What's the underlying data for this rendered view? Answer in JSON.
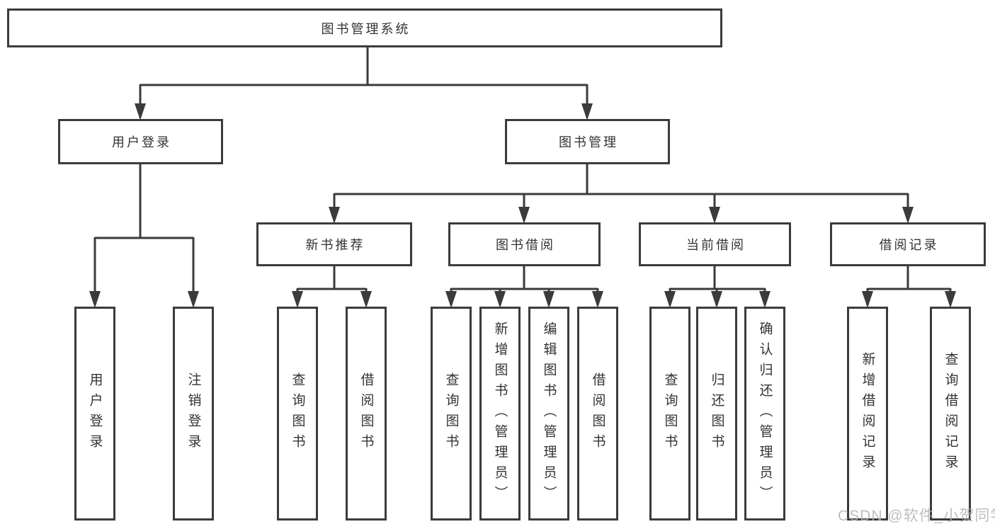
{
  "diagram": {
    "root": {
      "label": "图书管理系统"
    },
    "branches": [
      {
        "label": "用户登录",
        "leaves": [
          {
            "label": "用户登录"
          },
          {
            "label": "注销登录"
          }
        ]
      },
      {
        "label": "图书管理",
        "groups": [
          {
            "label": "新书推荐",
            "leaves": [
              {
                "label": "查询图书"
              },
              {
                "label": "借阅图书"
              }
            ]
          },
          {
            "label": "图书借阅",
            "leaves": [
              {
                "label": "查询图书"
              },
              {
                "label": "新增图书（管理员）"
              },
              {
                "label": "编辑图书（管理员）"
              },
              {
                "label": "借阅图书"
              }
            ]
          },
          {
            "label": "当前借阅",
            "leaves": [
              {
                "label": "查询图书"
              },
              {
                "label": "归还图书"
              },
              {
                "label": "确认归还（管理员）"
              }
            ]
          },
          {
            "label": "借阅记录",
            "leaves": [
              {
                "label": "新增借阅记录"
              },
              {
                "label": "查询借阅记录"
              }
            ]
          }
        ]
      }
    ]
  },
  "watermark": {
    "text": "CSDN @软件_小贺同学"
  },
  "colors": {
    "line": "#3b3b3b",
    "text": "#333333",
    "background": "#ffffff",
    "watermark": "#b3b3b3"
  }
}
